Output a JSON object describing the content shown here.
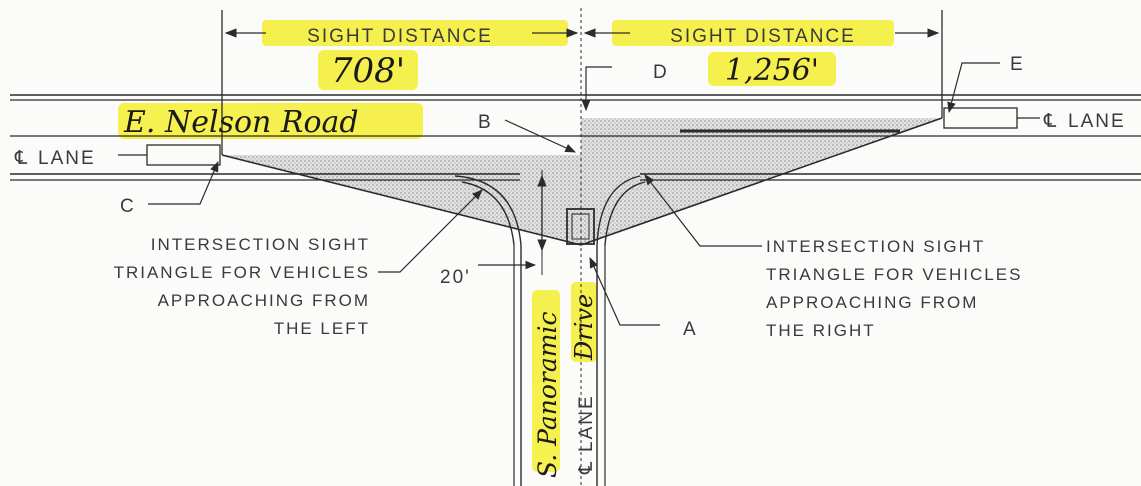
{
  "dimensions": {
    "left": {
      "label": "SIGHT DISTANCE",
      "value": "708'"
    },
    "right": {
      "label": "SIGHT DISTANCE",
      "value": "1,256'"
    }
  },
  "road_names": {
    "main": "E. Nelson Road",
    "side_left": "S. Panoramic",
    "side_right": "Drive"
  },
  "lane_labels": {
    "left": "LANE",
    "right": "LANE",
    "vertical": "LANE",
    "centerline_symbol": "℄"
  },
  "points": {
    "a": "A",
    "b": "B",
    "c": "C",
    "d": "D",
    "e": "E"
  },
  "offset_label": "20'",
  "notes": {
    "left": [
      "INTERSECTION SIGHT",
      "TRIANGLE FOR VEHICLES",
      "APPROACHING FROM",
      "THE LEFT"
    ],
    "right": [
      "INTERSECTION SIGHT",
      "TRIANGLE FOR VEHICLES",
      "APPROACHING FROM",
      "THE RIGHT"
    ]
  },
  "colors": {
    "highlight": "#f5ef3c",
    "linework": "#2b2b2b",
    "shading": "#c9c9c9"
  }
}
